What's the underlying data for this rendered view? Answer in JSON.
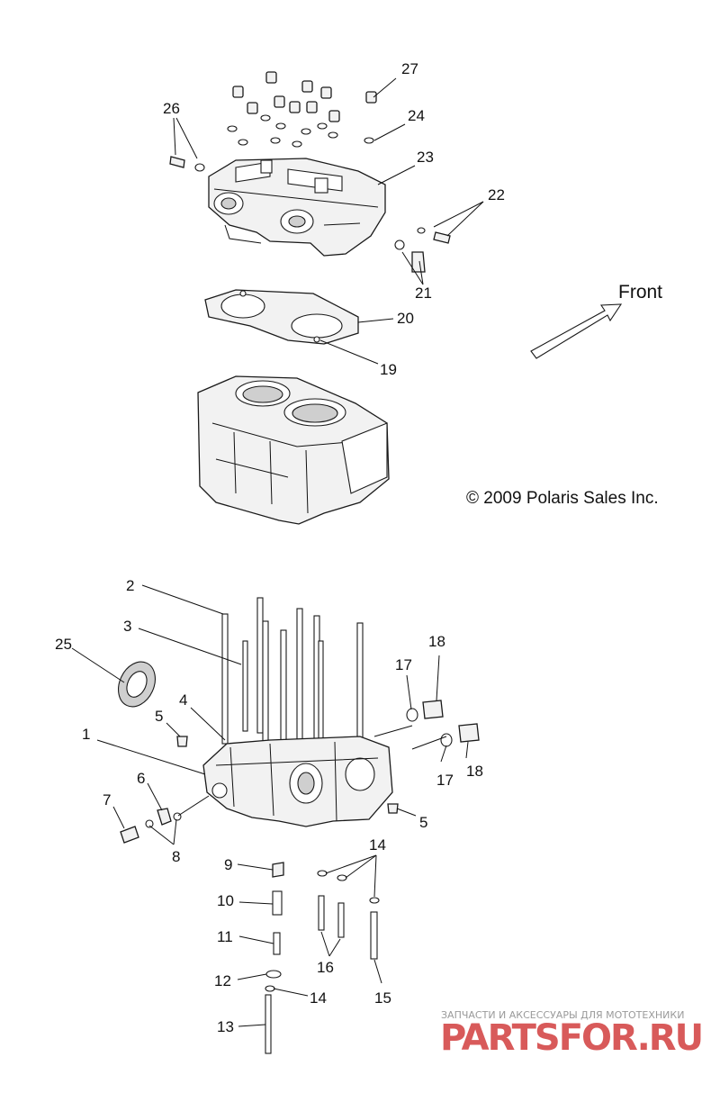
{
  "labels": {
    "l2": "2",
    "l3": "3",
    "l25": "25",
    "l4": "4",
    "l5a": "5",
    "l1": "1",
    "l6": "6",
    "l7": "7",
    "l8": "8",
    "l17a": "17",
    "l18a": "18",
    "l17b": "17",
    "l18b": "18",
    "l5b": "5",
    "l9": "9",
    "l10": "10",
    "l11": "11",
    "l12": "12",
    "l13": "13",
    "l14a": "14",
    "l14b": "14",
    "l15": "15",
    "l16": "16",
    "l19": "19",
    "l20": "20",
    "l21": "21",
    "l22": "22",
    "l23": "23",
    "l24": "24",
    "l26": "26",
    "l27": "27"
  },
  "front_label": "Front",
  "copyright": "© 2009 Polaris Sales Inc.",
  "watermark": {
    "caption": "ЗАПЧАСТИ И АКСЕССУАРЫ ДЛЯ МОТОТЕХНИКИ",
    "logo": "PARTSFOR.RU"
  }
}
